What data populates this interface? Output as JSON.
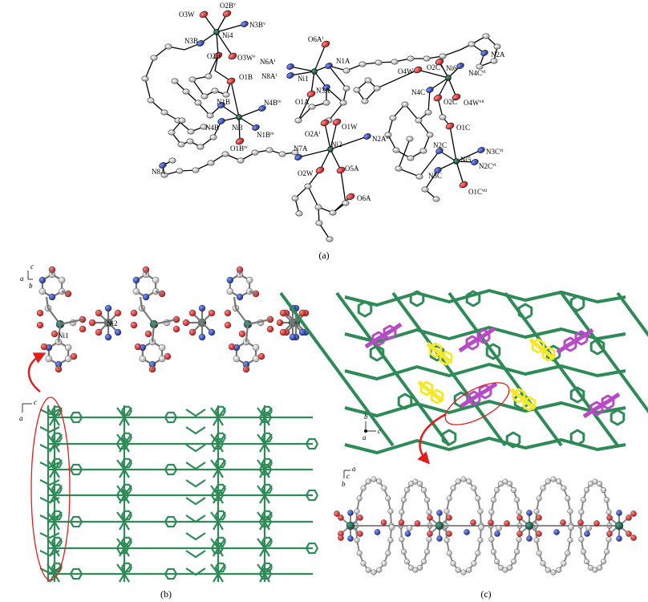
{
  "panels": {
    "a": {
      "caption": "(a)",
      "atom_labels": [
        "O3W",
        "O2B",
        "N3B",
        "Ni4",
        "N3B",
        "O2B",
        "O3W",
        "O6A",
        "N6A",
        "N8A",
        "Ni1",
        "N1A",
        "N3A",
        "O1A",
        "O4W",
        "O2C",
        "N2A",
        "Ni6",
        "N4C",
        "N4C",
        "O2C",
        "O4W",
        "O1B",
        "N1B",
        "Ni3",
        "N4B",
        "N4B",
        "N1B",
        "O1B",
        "O2A",
        "O1W",
        "N2A",
        "Ni2",
        "N7A",
        "O2W",
        "O5A",
        "O6A",
        "N8A",
        "O1C",
        "N2C",
        "Ni5",
        "N3C",
        "N3C",
        "N2C",
        "O1C"
      ]
    },
    "b": {
      "caption": "(b)",
      "axis_top": {
        "c": "c",
        "a": "a",
        "b": "b"
      },
      "axis_bottom": {
        "c": "c",
        "a": "a"
      },
      "metal_labels": [
        "Ni1",
        "Ni2"
      ]
    },
    "c": {
      "caption": "(c)",
      "axis_mid": {
        "b": "b",
        "a": "a",
        "c": "c"
      },
      "axis_bottom": {
        "a": "a",
        "c": "c",
        "b": "b"
      }
    }
  },
  "colors": {
    "framework": "#2e8b57",
    "highlight_magenta": "#b84ac7",
    "highlight_yellow": "#f3e92c",
    "oxygen": "#d81b1b",
    "nitrogen": "#1f3fb0",
    "carbon": "#c8c8c8",
    "nickel": "#1f5a4a",
    "annotation": "#e51c1c"
  }
}
